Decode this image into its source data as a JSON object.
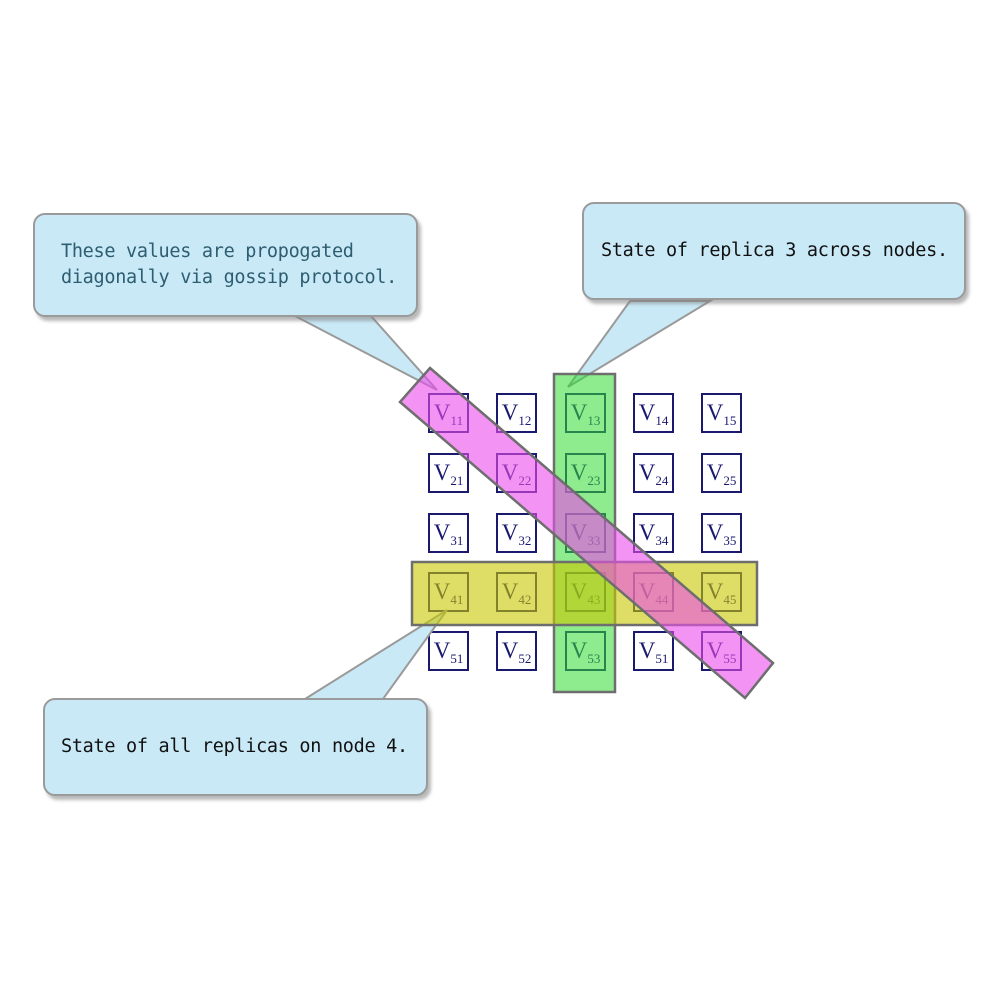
{
  "matrix": {
    "cells": [
      [
        "V11",
        "V12",
        "V13",
        "V14",
        "V15"
      ],
      [
        "V21",
        "V22",
        "V23",
        "V24",
        "V25"
      ],
      [
        "V31",
        "V32",
        "V33",
        "V34",
        "V35"
      ],
      [
        "V41",
        "V42",
        "V43",
        "V44",
        "V45"
      ],
      [
        "V51",
        "V52",
        "V53",
        "V51",
        "V55"
      ]
    ]
  },
  "callouts": [
    {
      "id": "gossip",
      "lines": [
        "These values are propogated",
        "diagonally via gossip protocol."
      ],
      "text_color": "#2d5d70"
    },
    {
      "id": "replica",
      "lines": [
        "State of replica 3 across nodes."
      ],
      "text_color": "#111111"
    },
    {
      "id": "node",
      "lines": [
        "State of all replicas on node 4."
      ],
      "text_color": "#111111"
    }
  ],
  "colors": {
    "cell_border": "#191970",
    "cell_label": "#191970",
    "band_border": "#6e6e6e",
    "replica_column_band": "rgba(50,220,50,0.55)",
    "node_row_band": "rgba(200,200,0,0.6)",
    "gossip_diagonal_band": "rgba(235,75,235,0.6)",
    "callout_fill": "#c9e9f7",
    "callout_border": "#9a9a9a",
    "pointer_fill": "#c9e9f7",
    "pointer_border": "#9a9a9a"
  }
}
